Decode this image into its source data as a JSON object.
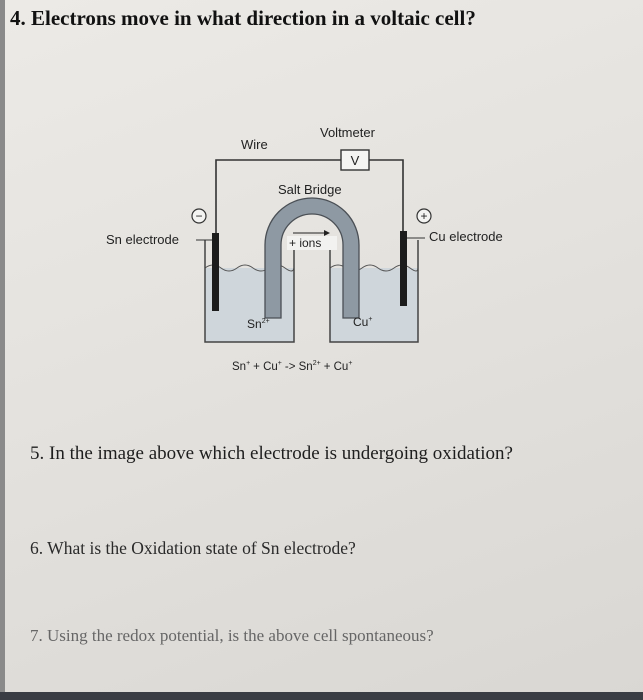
{
  "questions": {
    "q4": "4. Electrons move in what direction in a voltaic cell?",
    "q5": "5. In the image above which electrode is undergoing oxidation?",
    "q6": "6. What is the Oxidation state of Sn electrode?",
    "q7": "7. Using the redox potential, is the above cell spontaneous?"
  },
  "diagram": {
    "wire_label": "Wire",
    "voltmeter_label": "Voltmeter",
    "voltmeter_symbol": "V",
    "salt_bridge_label": "Salt Bridge",
    "ions_label": "+ ions",
    "left_electrode_label": "Sn electrode",
    "right_electrode_label": "Cu electrode",
    "anode_sign": "−",
    "cathode_sign": "+",
    "left_ion": "Sn",
    "left_ion_charge": "2+",
    "right_ion": "Cu",
    "right_ion_charge": "+",
    "equation": {
      "sn": "Sn",
      "sn_sup": "+",
      "plus1": "+ Cu",
      "cu_sup": "+",
      "arrow_sn": "-> Sn",
      "sn2_sup": "2+",
      "plus2": "+ Cu",
      "cu_end_sup": "+"
    }
  }
}
